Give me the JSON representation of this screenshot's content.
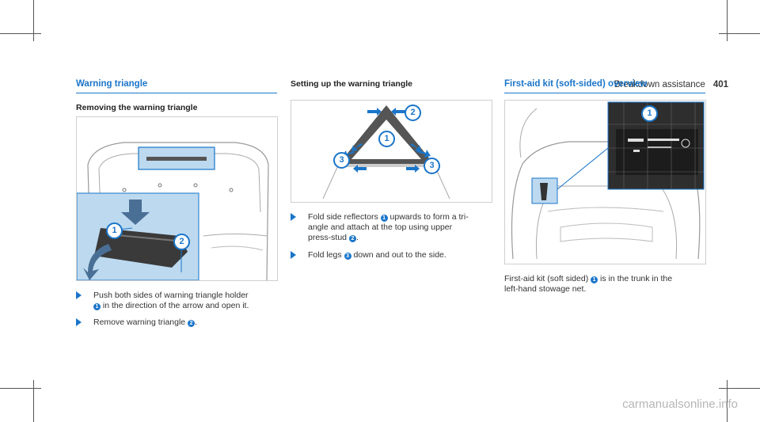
{
  "header": {
    "section": "Breakdown assistance",
    "page": "401"
  },
  "col1": {
    "title": "Warning triangle",
    "subtitle": "Removing the warning triangle",
    "steps": [
      {
        "pre": "Push both sides of warning triangle holder",
        "num": "1",
        "post": "in the direction of the arrow and open it."
      },
      {
        "pre": "Remove warning triangle",
        "num": "2",
        "post": "."
      }
    ],
    "callouts": [
      "1",
      "2"
    ]
  },
  "col2": {
    "subtitle": "Setting up the warning triangle",
    "steps": [
      {
        "a": "Fold side reflectors",
        "n1": "1",
        "b": "upwards to form a tri-",
        "c": "angle and attach at the top using upper",
        "d": "press-stud",
        "n2": "2",
        "e": "."
      },
      {
        "a": "Fold legs",
        "n1": "3",
        "b": "down and out to the side."
      }
    ],
    "callouts": [
      "1",
      "2",
      "3",
      "3"
    ]
  },
  "col3": {
    "title": "First-aid kit (soft-sided) overview",
    "text": {
      "a": "First-aid kit (soft sided)",
      "n": "1",
      "b": "is in the trunk in the",
      "c": "left-hand stowage net."
    },
    "callout": "1"
  },
  "watermark": "carmanualsonline.info",
  "colors": {
    "accent": "#1a75c9",
    "highlight": "#bcd9ef"
  }
}
